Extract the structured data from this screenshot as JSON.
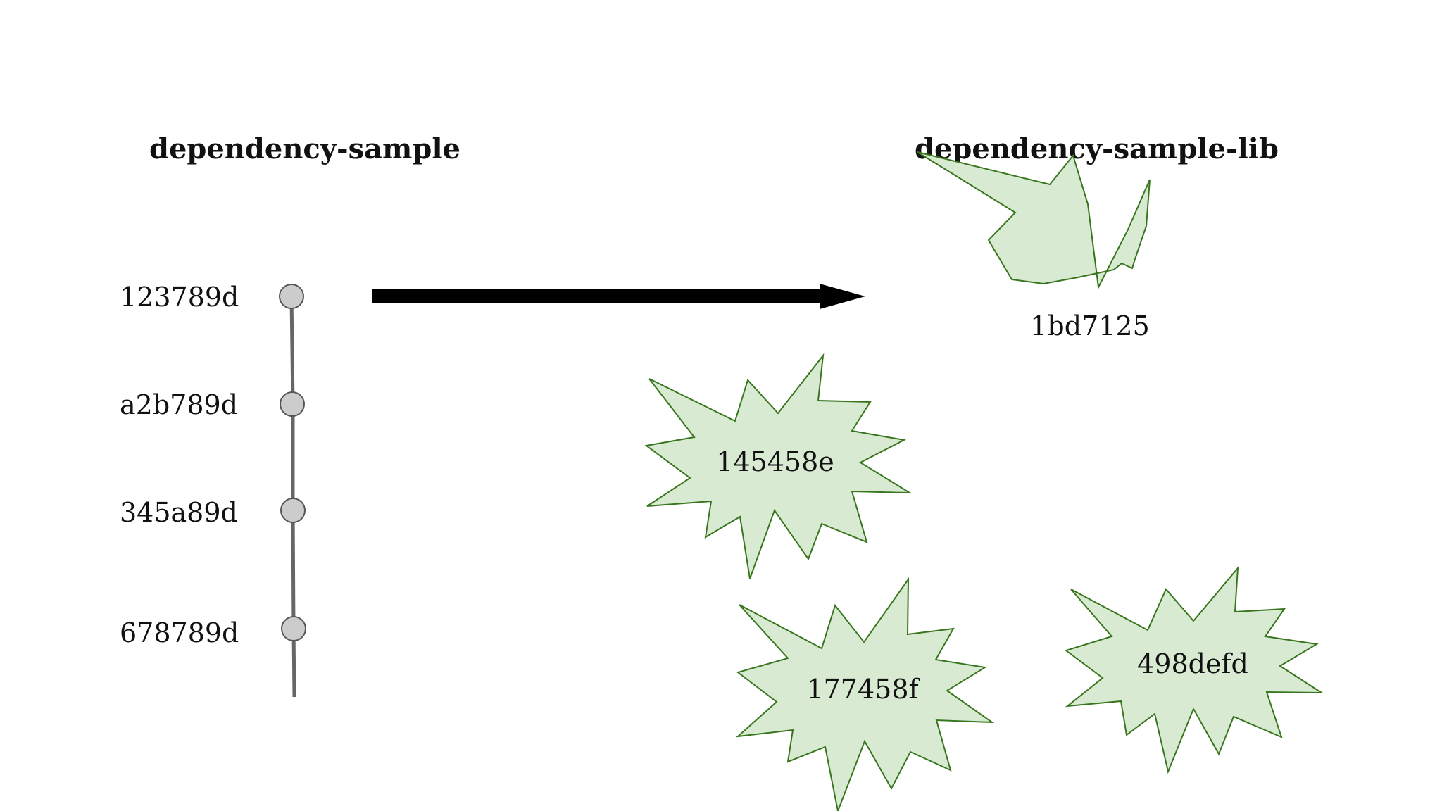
{
  "left_repo": {
    "title": "dependency-sample",
    "commits": [
      "123789d",
      "a2b789d",
      "345a89d",
      "678789d"
    ]
  },
  "right_repo": {
    "title": "dependency-sample-lib",
    "commits": [
      "1bd7125",
      "145458e",
      "177458f",
      "498defd"
    ]
  },
  "colors": {
    "burst_fill": "#d9ead3",
    "burst_stroke": "#38761d",
    "node_fill": "#cccccc",
    "node_stroke": "#555555",
    "line": "#666666",
    "arrow": "#000000"
  }
}
